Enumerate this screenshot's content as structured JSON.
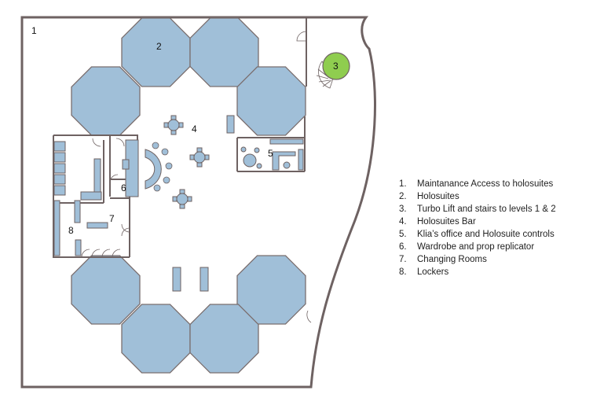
{
  "labels": {
    "l1": "1",
    "l2": "2",
    "l3": "3",
    "l4": "4",
    "l5": "5",
    "l6": "6",
    "l7": "7",
    "l8": "8"
  },
  "colors": {
    "holosuite": "#a0bfd8",
    "turbolift": "#8fcd4f",
    "wall": "#6e6262"
  },
  "legend": [
    {
      "num": "1.",
      "text": "Maintanance Access to holosuites"
    },
    {
      "num": "2.",
      "text": "Holosuites"
    },
    {
      "num": "3.",
      "text": "Turbo Lift and stairs to levels 1 & 2"
    },
    {
      "num": "4.",
      "text": "Holosuites Bar"
    },
    {
      "num": "5.",
      "text": "Klia’s office and Holosuite  controls"
    },
    {
      "num": "6.",
      "text": "Wardrobe and prop replicator"
    },
    {
      "num": "7.",
      "text": "Changing Rooms"
    },
    {
      "num": "8.",
      "text": "Lockers"
    }
  ]
}
